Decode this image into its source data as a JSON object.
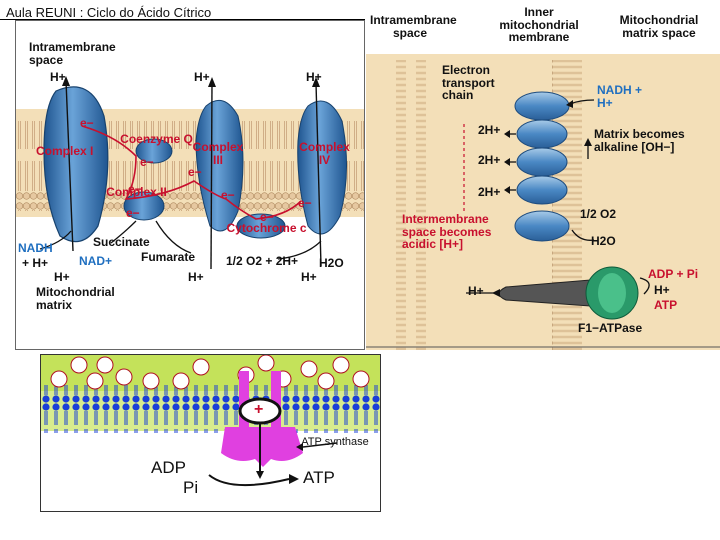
{
  "slide_title": "Aula REUNI : Ciclo do Ácido Cítrico",
  "left_diagram": {
    "intermembrane_space": "Intramembrane space",
    "h_plus": "H+",
    "e_minus": "e−",
    "complex_i": "Complex I",
    "coenzyme_q": "Coenzyme Q",
    "complex_ii": "Complex II",
    "complex_iii": "Complex III",
    "complex_iv": "Complex IV",
    "cytochrome_c": "Cytochrome c",
    "nadh": "NADH",
    "nadh_plus": "+ H+",
    "nad_plus": "NAD+",
    "succinate": "Succinate",
    "fumarate": "Fumarate",
    "half_o2": "1/2 O2 + 2H+",
    "h2o": "H2O",
    "mitochondrial_matrix": "Mitochondrial matrix"
  },
  "right_diagram": {
    "header_intermembrane": "Intramembrane space",
    "header_inner": "Inner mitochondrial membrane",
    "header_matrix": "Mitochondrial matrix space",
    "electron_transport": "Electron transport chain",
    "nadh": "NADH + H+",
    "two_h": "2H+",
    "matrix_becomes": "Matrix becomes alkaline [OH−]",
    "half_o2": "1/2 O2",
    "h2o": "H2O",
    "acidic": "Intermembrane space becomes acidic [H+]",
    "h_plus": "H+",
    "adp_pi": "ADP + Pi",
    "atp": "ATP",
    "f1_atpase": "F1−ATPase"
  },
  "bottom_diagram": {
    "atp_synthase": "ATP synthase",
    "adp": "ADP",
    "pi": "Pi",
    "atp": "ATP",
    "plus_sign": "+"
  },
  "colors": {
    "membrane_bg": "#f3dfb8",
    "protein_blue": "#3f7fc0",
    "label_red": "#c8102e",
    "label_blue": "#1f6fc0",
    "synthase_magenta": "#e040e0",
    "bilayer_blue": "#1a3fd8",
    "matrix_green": "#c4e25a"
  }
}
